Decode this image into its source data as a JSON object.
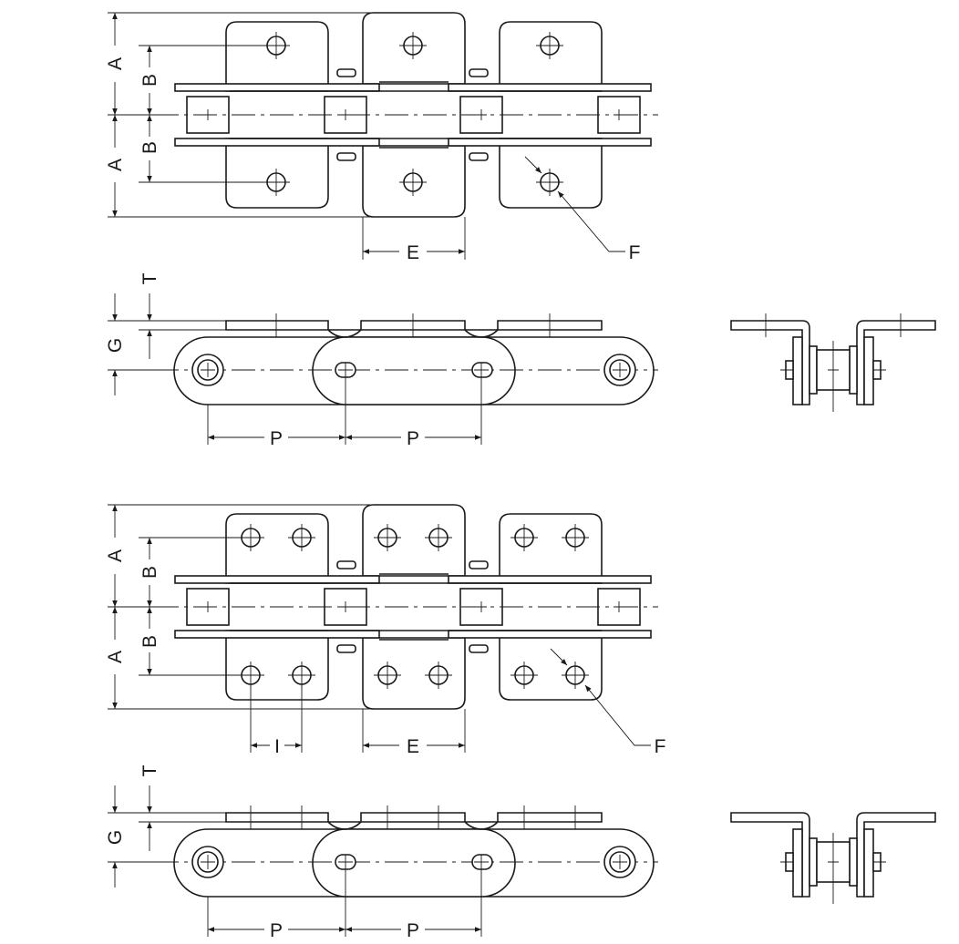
{
  "labels": {
    "A": "A",
    "B": "B",
    "E": "E",
    "F": "F",
    "G": "G",
    "T": "T",
    "P": "P",
    "I": "I"
  },
  "colors": {
    "line": "#1a1a1a",
    "background": "#ffffff"
  }
}
